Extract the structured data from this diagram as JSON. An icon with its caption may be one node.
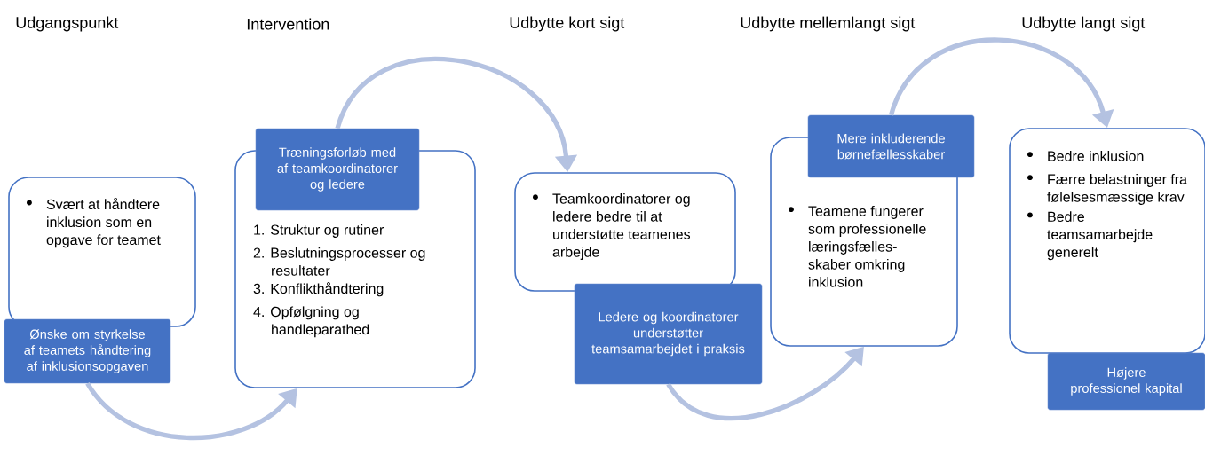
{
  "diagram": {
    "nodes": [
      {
        "text": [
          "Svært at håndtere inklusion som en opgave for teamet"
        ]
      },
      {
        "text": [
          "Ønske om styrkelse af teamets håndtering af inklusionsopgaven"
        ]
      },
      {
        "text": [
          "1. Struktur og rutiner",
          "2. Beslutningsprocesser og resultater",
          "3. Konflikthåndtering",
          "4. Opfølgning og handleparathed"
        ]
      },
      {
        "text": [
          "Træningsforløb med af teamkoordinatorer og ledere"
        ]
      },
      {
        "text": [
          "Teamkoordinatorer og ledere bedre til at understøtte teamenes arbejde"
        ]
      },
      {
        "text": [
          "Ledere og koordinatorer understøtter teamsamarbejdet i praksis"
        ]
      },
      {
        "text": [
          "Teamene fungerer som professionelle læringsfælles- skaber omkring inklusion"
        ]
      },
      {
        "text": [
          "Mere inkluderende børnefællesskaber"
        ]
      },
      {
        "text": [
          "Bedre inklusion",
          "Færre belastninger fra følelsesmæssige krav",
          "Bedre teamsamarbejde generelt"
        ]
      },
      {
        "text": [
          "Højere professionel kapital"
        ]
      }
    ],
    "edges": [
      {
        "from": 1,
        "to": 2,
        "arrow": "to"
      },
      {
        "from": 3,
        "to": 4,
        "arrow": "to"
      },
      {
        "from": 5,
        "to": 6,
        "arrow": "to"
      },
      {
        "from": 7,
        "to": 8,
        "arrow": "to"
      }
    ],
    "labels": [
      "Udgangspunkt",
      "Intervention",
      "Udbytte kort sigt",
      "Udbytte mellemlangt sigt",
      "Udbytte langt sigt"
    ]
  }
}
